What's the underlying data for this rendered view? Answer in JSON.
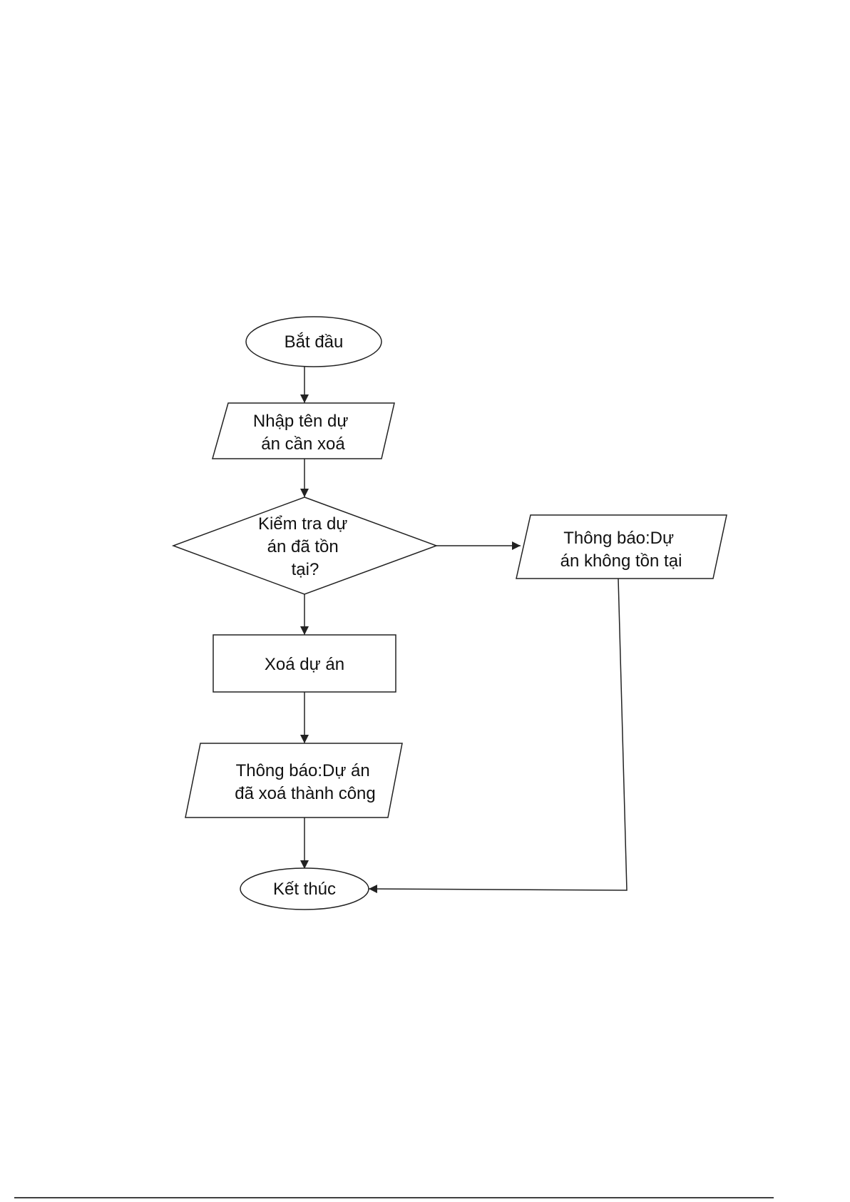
{
  "diagram": {
    "type": "flowchart",
    "nodes": {
      "start": {
        "shape": "terminal",
        "lines": [
          "Bắt đầu"
        ]
      },
      "input_name": {
        "shape": "data",
        "lines": [
          "Nhập tên dự",
          "án cần xoá"
        ]
      },
      "check_exists": {
        "shape": "decision",
        "lines": [
          "Kiểm tra dự",
          "án đã tồn",
          "tại?"
        ]
      },
      "not_found_msg": {
        "shape": "data",
        "lines": [
          "Thông báo:Dự",
          "án không tồn tại"
        ]
      },
      "delete_project": {
        "shape": "process",
        "lines": [
          "Xoá dự án"
        ]
      },
      "success_msg": {
        "shape": "data",
        "lines": [
          "Thông báo:Dự án",
          "đã xoá thành công"
        ]
      },
      "end": {
        "shape": "terminal",
        "lines": [
          "Kết thúc"
        ]
      }
    },
    "edges": [
      {
        "from": "start",
        "to": "input_name"
      },
      {
        "from": "input_name",
        "to": "check_exists"
      },
      {
        "from": "check_exists",
        "to": "not_found_msg"
      },
      {
        "from": "check_exists",
        "to": "delete_project"
      },
      {
        "from": "delete_project",
        "to": "success_msg"
      },
      {
        "from": "success_msg",
        "to": "end"
      },
      {
        "from": "not_found_msg",
        "to": "end"
      }
    ]
  },
  "colors": {
    "stroke": "#222222",
    "fill": "#ffffff",
    "text": "#111111"
  }
}
